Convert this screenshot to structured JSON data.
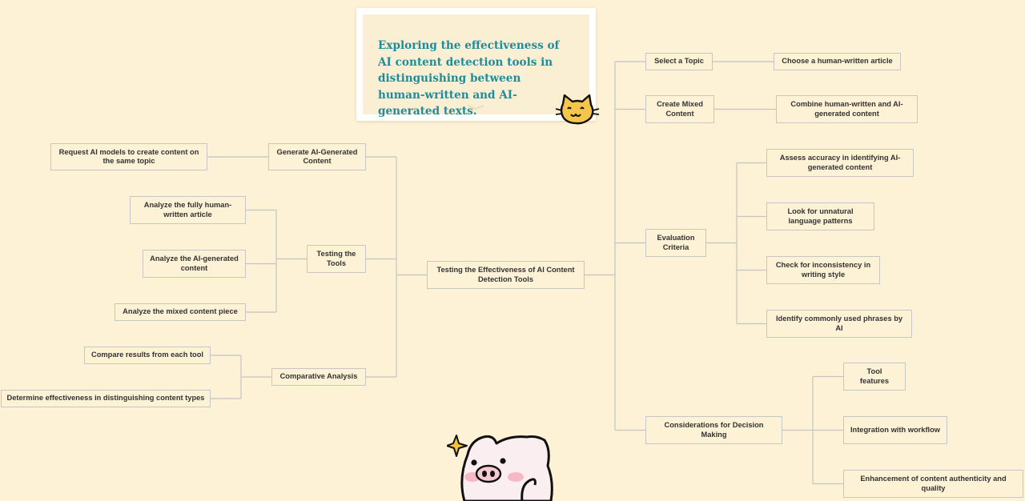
{
  "title": "Exploring the effectiveness of AI content detection tools in distinguishing between human-written and AI-generated texts.",
  "mindmap": {
    "root": "Testing the Effectiveness of AI Content Detection Tools",
    "left": [
      {
        "label": "Generate AI-Generated Content",
        "children": [
          "Request AI models to create content on the same topic"
        ]
      },
      {
        "label": "Testing the Tools",
        "children": [
          "Analyze the fully human-written article",
          "Analyze the AI-generated content",
          "Analyze the mixed content piece"
        ]
      },
      {
        "label": "Comparative Analysis",
        "children": [
          "Compare results from each tool",
          "Determine effectiveness in distinguishing content types"
        ]
      }
    ],
    "right": [
      {
        "label": "Select a Topic",
        "children": [
          "Choose a human-written article"
        ]
      },
      {
        "label": "Create Mixed Content",
        "children": [
          "Combine human-written and AI-generated content"
        ]
      },
      {
        "label": "Evaluation Criteria",
        "children": [
          "Assess accuracy in identifying AI-generated content",
          "Look for unnatural language patterns",
          "Check for inconsistency in writing style",
          "Identify commonly used phrases by AI"
        ]
      },
      {
        "label": "Considerations for Decision Making",
        "children": [
          "Tool features",
          "Integration with workflow",
          "Enhancement of content authenticity and quality"
        ]
      }
    ]
  },
  "colors": {
    "background": "#fdf1d6",
    "title": "#1f8c9b",
    "node_border": "#c6c6c6",
    "line": "#c4c4c4",
    "text": "#333333"
  },
  "decorations": [
    "cat-sticker",
    "pig-sticker"
  ]
}
